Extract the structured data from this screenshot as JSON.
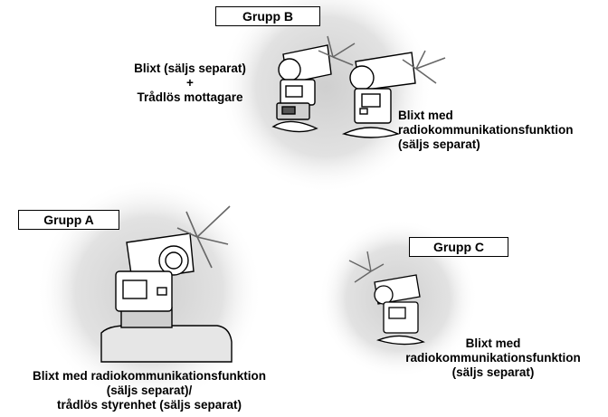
{
  "groups": {
    "b": {
      "tag": "Grupp B"
    },
    "a": {
      "tag": "Grupp A"
    },
    "c": {
      "tag": "Grupp C"
    }
  },
  "captions": {
    "b_left_line1": "Blixt (säljs separat)",
    "b_left_plus": "+",
    "b_left_line2": "Trådlös mottagare",
    "b_right_line1": "Blixt med",
    "b_right_line2": "radiokommunikationsfunktion",
    "b_right_line3": "(säljs separat)",
    "a_line1": "Blixt med radiokommunikationsfunktion",
    "a_line2": "(säljs separat)/",
    "a_line3": "trådlös styrenhet (säljs separat)",
    "c_line1": "Blixt med",
    "c_line2": "radiokommunikationsfunktion",
    "c_line3": "(säljs separat)"
  },
  "colors": {
    "halo_center": "#d4d4d4",
    "halo_edge": "#ffffff",
    "line": "#000000"
  }
}
